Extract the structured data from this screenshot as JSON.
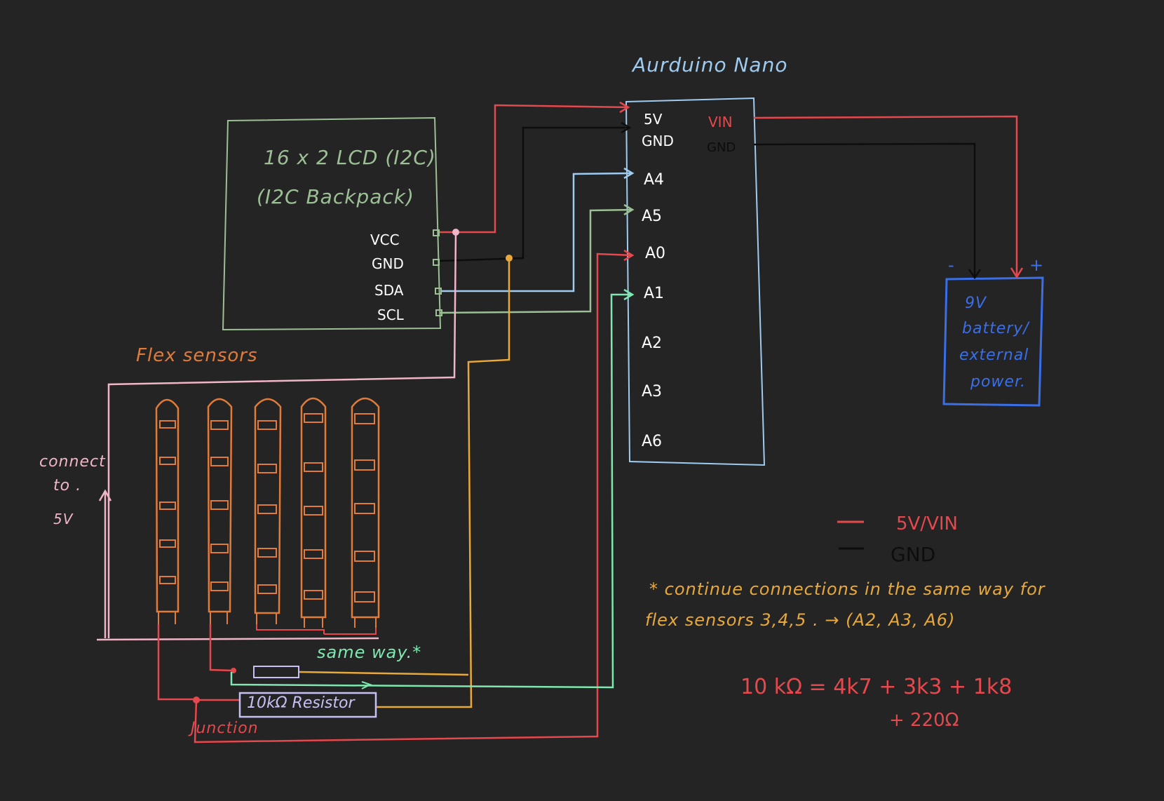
{
  "arduino": {
    "title": "Aurduino Nano",
    "pins_left": [
      "5V",
      "GND",
      "A4",
      "A5",
      "A0",
      "A1",
      "A2",
      "A3",
      "A6"
    ],
    "pin_vin": "VIN",
    "pin_gnd_right": "GND"
  },
  "lcd": {
    "title_line1": "16 x 2  LCD (I2C)",
    "title_line2": "(I2C  Backpack)",
    "pins": [
      "VCC",
      "GND",
      "SDA",
      "SCL"
    ]
  },
  "flex": {
    "title": "Flex  sensors",
    "connect_note": [
      "connect",
      "to .",
      "5V"
    ],
    "same_way": "same  way.*",
    "resistor_small": "",
    "resistor_label": "10kΩ Resistor",
    "junction": "Junction"
  },
  "battery": {
    "lines": [
      "9V",
      "battery/",
      "external",
      "power."
    ],
    "minus": "-",
    "plus": "+"
  },
  "legend": {
    "items": [
      {
        "label": "5V/VIN",
        "color": "#e5484d"
      },
      {
        "label": "GND",
        "color": "#111111"
      }
    ]
  },
  "notes": {
    "continue_line1": "* continue  connections  in  the  same way  for",
    "continue_line2": "flex  sensors  3,4,5 . → (A2, A3, A6)",
    "resistor_eq_line1": "10 kΩ  =  4k7  + 3k3 + 1k8",
    "resistor_eq_line2": "+ 220Ω"
  },
  "colors": {
    "background": "#242424",
    "red": "#e5484d",
    "black": "#0d0d0d",
    "lightblue": "#9fcbf0",
    "green": "#9cbf95",
    "pink": "#f0b6c8",
    "orange": "#e07b39",
    "yellow": "#e8a93a",
    "mint": "#7ee8b0",
    "lavender": "#c6c0f5",
    "blue": "#3a6fe8"
  }
}
